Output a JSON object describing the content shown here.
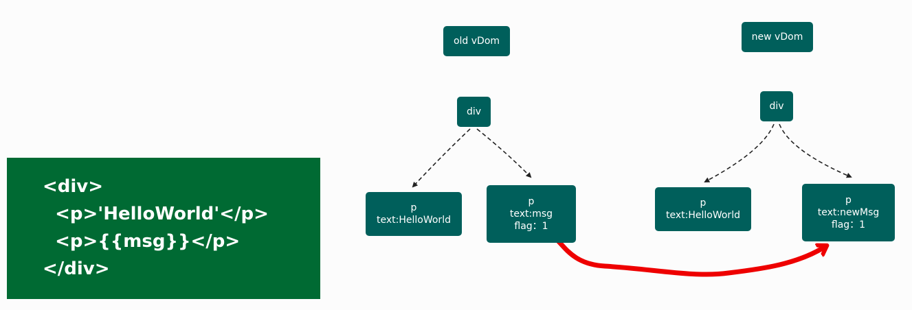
{
  "code": {
    "lines": [
      "<div>",
      "  <p>'HelloWorld'</p>",
      "  <p>{{msg}}</p>",
      "</div>"
    ]
  },
  "old_tree": {
    "title": "old vDom",
    "root": "div",
    "child1": {
      "tag": "p",
      "text": "text:HelloWorld"
    },
    "child2": {
      "tag": "p",
      "text": "text:msg",
      "flag": "flag：1"
    }
  },
  "new_tree": {
    "title": "new vDom",
    "root": "div",
    "child1": {
      "tag": "p",
      "text": "text:HelloWorld"
    },
    "child2": {
      "tag": "p",
      "text": "text:newMsg",
      "flag": "flag：1"
    }
  },
  "colors": {
    "node": "#005f5b",
    "code_bg": "#006a33",
    "edge": "#222222",
    "arrow": "#ee0000"
  }
}
